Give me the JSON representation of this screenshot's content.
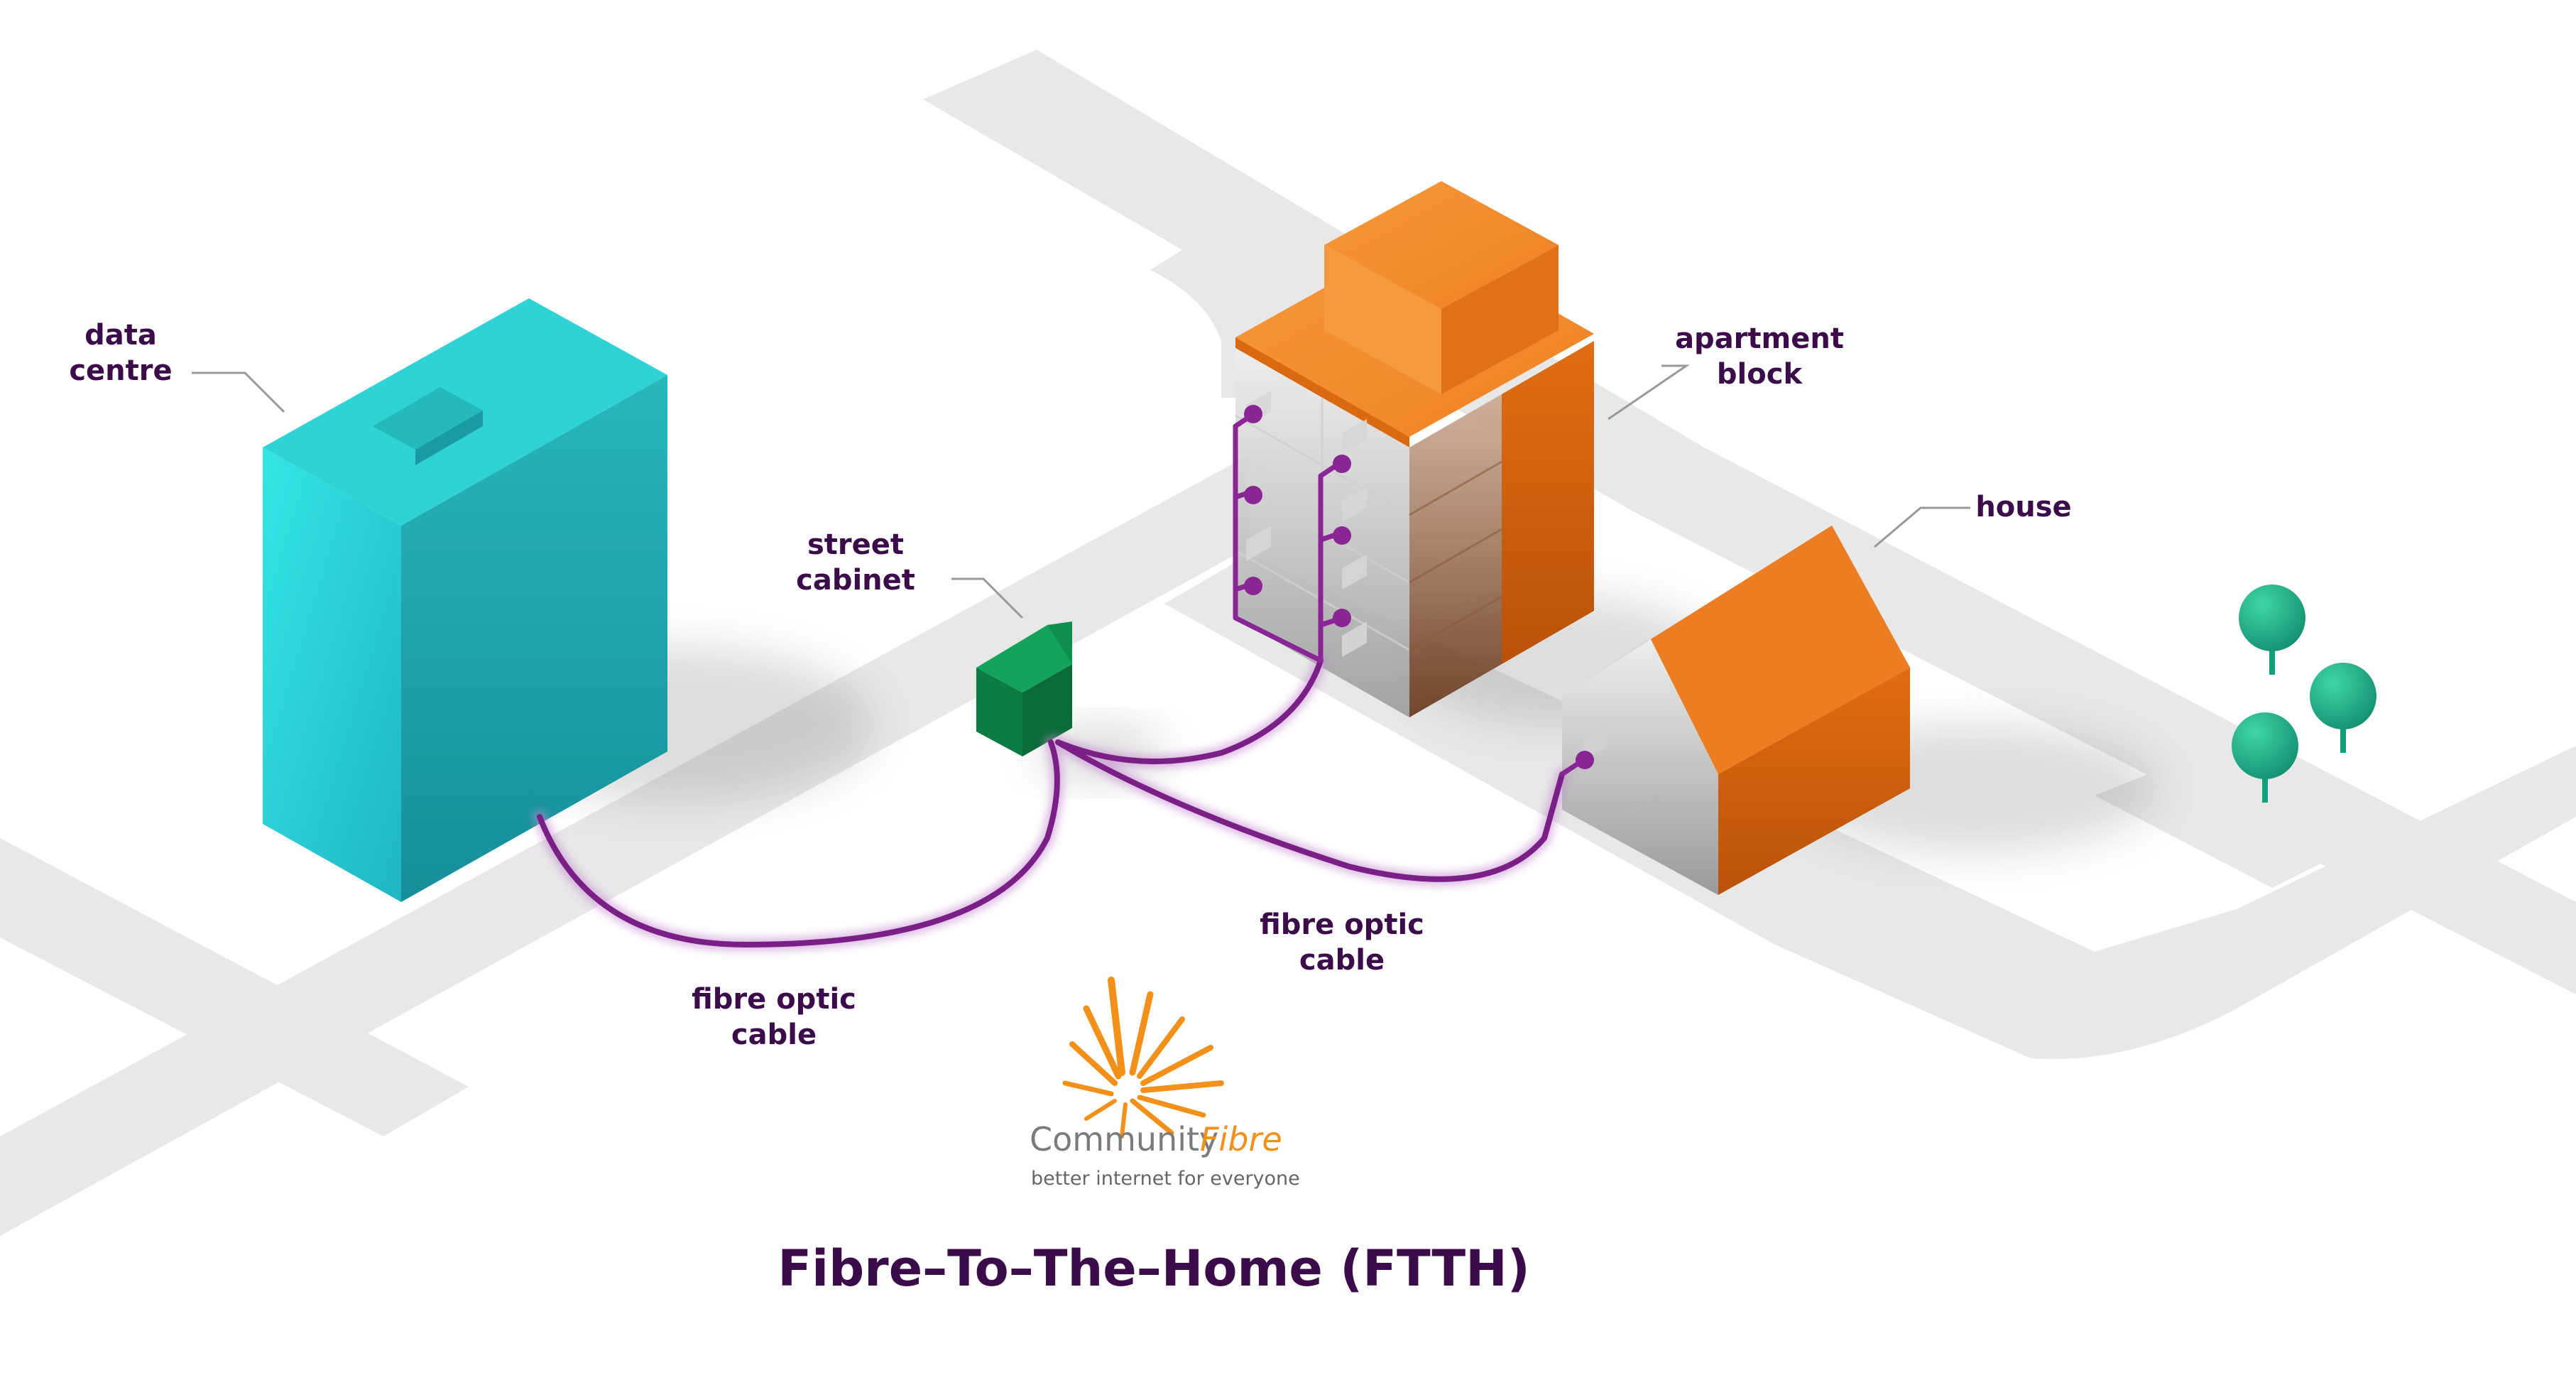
{
  "labels": {
    "data_centre_line1": "data",
    "data_centre_line2": "centre",
    "street_cabinet_line1": "street",
    "street_cabinet_line2": "cabinet",
    "apartment_block_line1": "apartment",
    "apartment_block_line2": "block",
    "house": "house",
    "cable_left_line1": "fibre optic",
    "cable_left_line2": "cable",
    "cable_right_line1": "fibre optic",
    "cable_right_line2": "cable"
  },
  "logo": {
    "name_part1": "Community",
    "name_part2": "Fibre",
    "tagline": "better internet for everyone"
  },
  "title": "Fibre–To–The–Home (FTTH)",
  "colors": {
    "label_text": "#3b0b4a",
    "cable": "#7a1f86",
    "cable_glow": "#c58ad0",
    "road": "#e8e8e8",
    "data_centre": "#27c3c6",
    "cabinet": "#0f8a4a",
    "roof_orange": "#e9761b",
    "tree": "#1aa882",
    "logo_orange": "#f39019",
    "logo_grey": "#7b7b7b"
  }
}
